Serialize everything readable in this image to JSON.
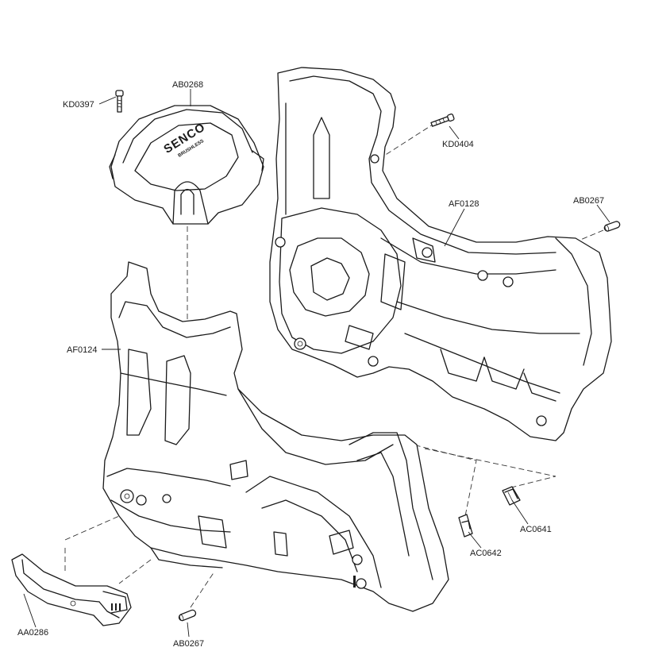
{
  "labels": {
    "kd0397": "KD0397",
    "ab0268": "AB0268",
    "kd0404": "KD0404",
    "af0128": "AF0128",
    "ab0267_top": "AB0267",
    "af0124": "AF0124",
    "ac0641": "AC0641",
    "ac0642": "AC0642",
    "aa0286": "AA0286",
    "ab0267_bottom": "AB0267"
  },
  "logo": {
    "brand": "SENCO",
    "sub": "BRUSHLESS"
  }
}
